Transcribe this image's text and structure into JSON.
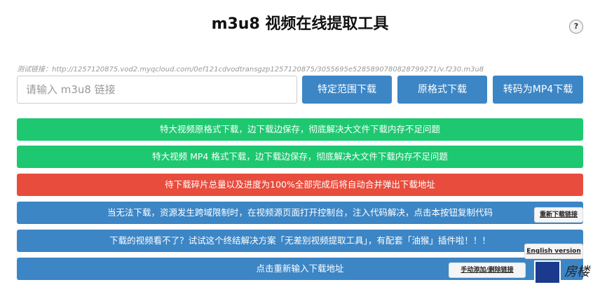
{
  "title": "m3u8 视频在线提取工具",
  "help": "?",
  "test_link": "测试链接：http://1257120875.vod2.myqcloud.com/0ef121cdvodtransgzp1257120875/3055695e5285890780828799271/v.f230.m3u8",
  "input_placeholder": "请输入 m3u8 链接",
  "buttons": {
    "range": "特定范围下载",
    "original": "原格式下载",
    "mp4": "转码为MP4下载"
  },
  "bars": [
    "特大视频原格式下载，边下载边保存，彻底解决大文件下载内存不足问题",
    "特大视频 MP4 格式下载，边下载边保存，彻底解决大文件下载内存不足问题",
    "待下载碎片总量以及进度为100%全部完成后将自动合并弹出下载地址",
    "当无法下载，资源发生跨域限制时，在视频源页面打开控制台，注入代码解决，点击本按钮复制代码",
    "下载的视频看不了？试试这个终结解决方案「无差别视频提取工具」，有配套「油猴」插件啦！！！",
    "点击重新输入下载地址"
  ],
  "redownload": "重新下载链接",
  "english": "English version",
  "manual_add": "手动添加/删除链接",
  "logo_text": "房楼"
}
